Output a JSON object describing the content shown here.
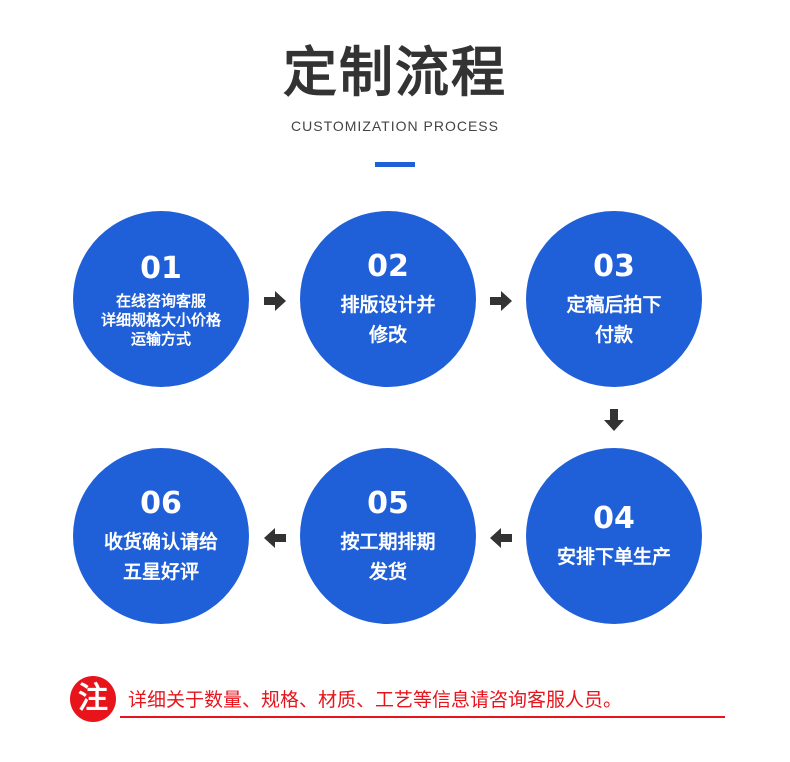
{
  "header": {
    "title": "定制流程",
    "subtitle": "CUSTOMIZATION PROCESS"
  },
  "steps": [
    {
      "num": "01",
      "lines": [
        "在线咨询客服",
        "详细规格大小价格",
        "运输方式"
      ]
    },
    {
      "num": "02",
      "lines": [
        "排版设计并",
        "修改"
      ]
    },
    {
      "num": "03",
      "lines": [
        "定稿后拍下",
        "付款"
      ]
    },
    {
      "num": "04",
      "lines": [
        "安排下单生产"
      ]
    },
    {
      "num": "05",
      "lines": [
        "按工期排期",
        "发货"
      ]
    },
    {
      "num": "06",
      "lines": [
        "收货确认请给",
        "五星好评"
      ]
    }
  ],
  "note": {
    "badge": "注",
    "text": "详细关于数量、规格、材质、工艺等信息请咨询客服人员。"
  },
  "colors": {
    "circle": "#1f5fd8",
    "arrow": "#333333",
    "note": "#e8141b"
  },
  "icons": [
    "arrow-right-icon",
    "arrow-down-icon",
    "arrow-left-icon"
  ]
}
